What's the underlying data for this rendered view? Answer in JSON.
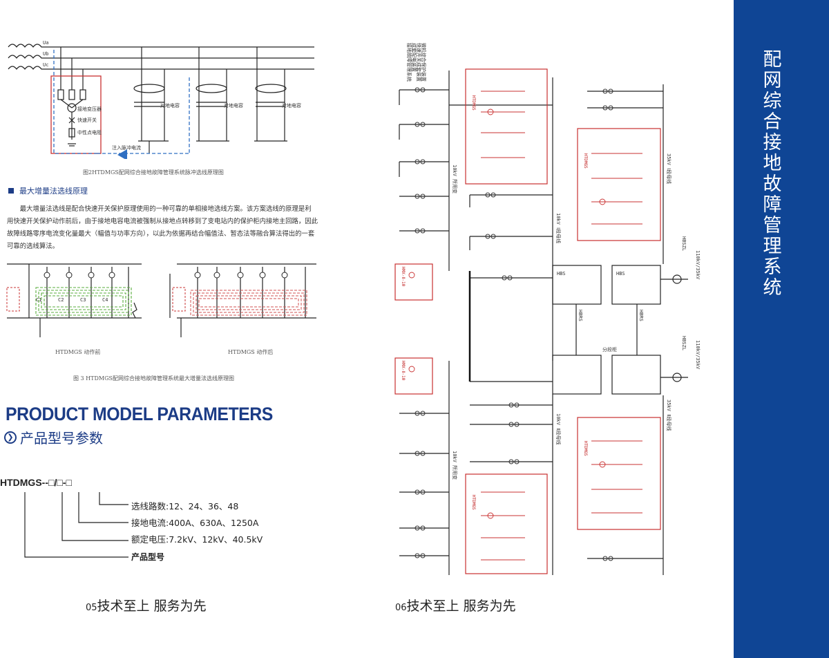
{
  "left_page": {
    "fig2_caption": "图2HTDMGS配网综合接地故障管理系统脉冲选线原理图",
    "fig2_labels": {
      "ua": "Ua",
      "ub": "Ub",
      "uc": "Uc",
      "transformer": "接地变压器",
      "fast_switch": "快速开关",
      "neutral_resistor": "中性点电阻",
      "inject": "注入脉冲电流",
      "cap1": "对地电容",
      "cap2": "对地电容",
      "cap3": "对地电容"
    },
    "section_title": "最大增量法选线原理",
    "body_text": "最大增量法选线是配合快速开关保护原理使用的一种可靠的单相接地选线方案。该方案选线的原理是利用快速开关保护动作前后，由于接地电容电流被强制从接地点转移到了变电站内的保护柜内接地主回路，因此故障线路零序电流变化量最大（幅值与功率方向），以此为依据再结合幅值法、暂态法等融合算法得出的一套可靠的选线算法。",
    "fig3_before": "HTDMGS 动作前",
    "fig3_after": "HTDMGS 动作后",
    "fig3_caption": "图 3  HTDMGS配网综合接地故障管理系统最大增量法选线原理图",
    "caps": [
      "C1",
      "C2",
      "C3",
      "C4"
    ],
    "pm_title": "PRODUCT MODEL PARAMETERS",
    "pm_subtitle": "产品型号参数",
    "model_code": "HTDMGS--□/□-□",
    "params": [
      {
        "label": "选线路数:",
        "value": "12、24、36、48"
      },
      {
        "label": "接地电流:",
        "value": "400A、630A、1250A"
      },
      {
        "label": "额定电压:",
        "value": "7.2kV、12kV、40.5kV"
      },
      {
        "label": "产品型号",
        "value": ""
      }
    ],
    "page_num": "05",
    "footer_slogan": "技术至上 服务为先"
  },
  "right_page": {
    "page_num": "06",
    "footer_slogan": "技术至上 服务为先",
    "bus_labels": {
      "b1": "10kV 所用变",
      "b2": "10kV Ⅰ段母线",
      "b3": "35kV Ⅰ段母线",
      "b4": "10kV 所用变",
      "b5": "10kV Ⅱ段母线",
      "b6": "35kV Ⅱ段母线"
    },
    "transformer_labels": {
      "t1": "HBSZL",
      "t1v": "110kV/35kV",
      "t2": "HBSZL",
      "t2v": "110kV/35kV",
      "t1b": "HBS",
      "t2b": "HBS",
      "t3": "HBRS",
      "t4": "HBRS",
      "bus_tie": "分段柜"
    },
    "red_box_labels": {
      "r1": "HTDMGS",
      "r2": "HTDMGS",
      "r3": "HTDMGS",
      "r4": "HTDMGS",
      "s1": "HMX-Ⅱ-10",
      "s2": "HMX-Ⅱ-10"
    },
    "legend_lines": [
      "接地故障管理系统",
      "成套配电装置",
      "快速开关成套装置",
      "微机综合保护装置"
    ]
  },
  "sidebar": {
    "title": "配网综合接地故障管理系统"
  },
  "colors": {
    "brand_blue": "#1c3c86",
    "sidebar_blue": "#0f4595",
    "diagram_red": "#c93030",
    "diagram_green": "#5aac3c"
  }
}
